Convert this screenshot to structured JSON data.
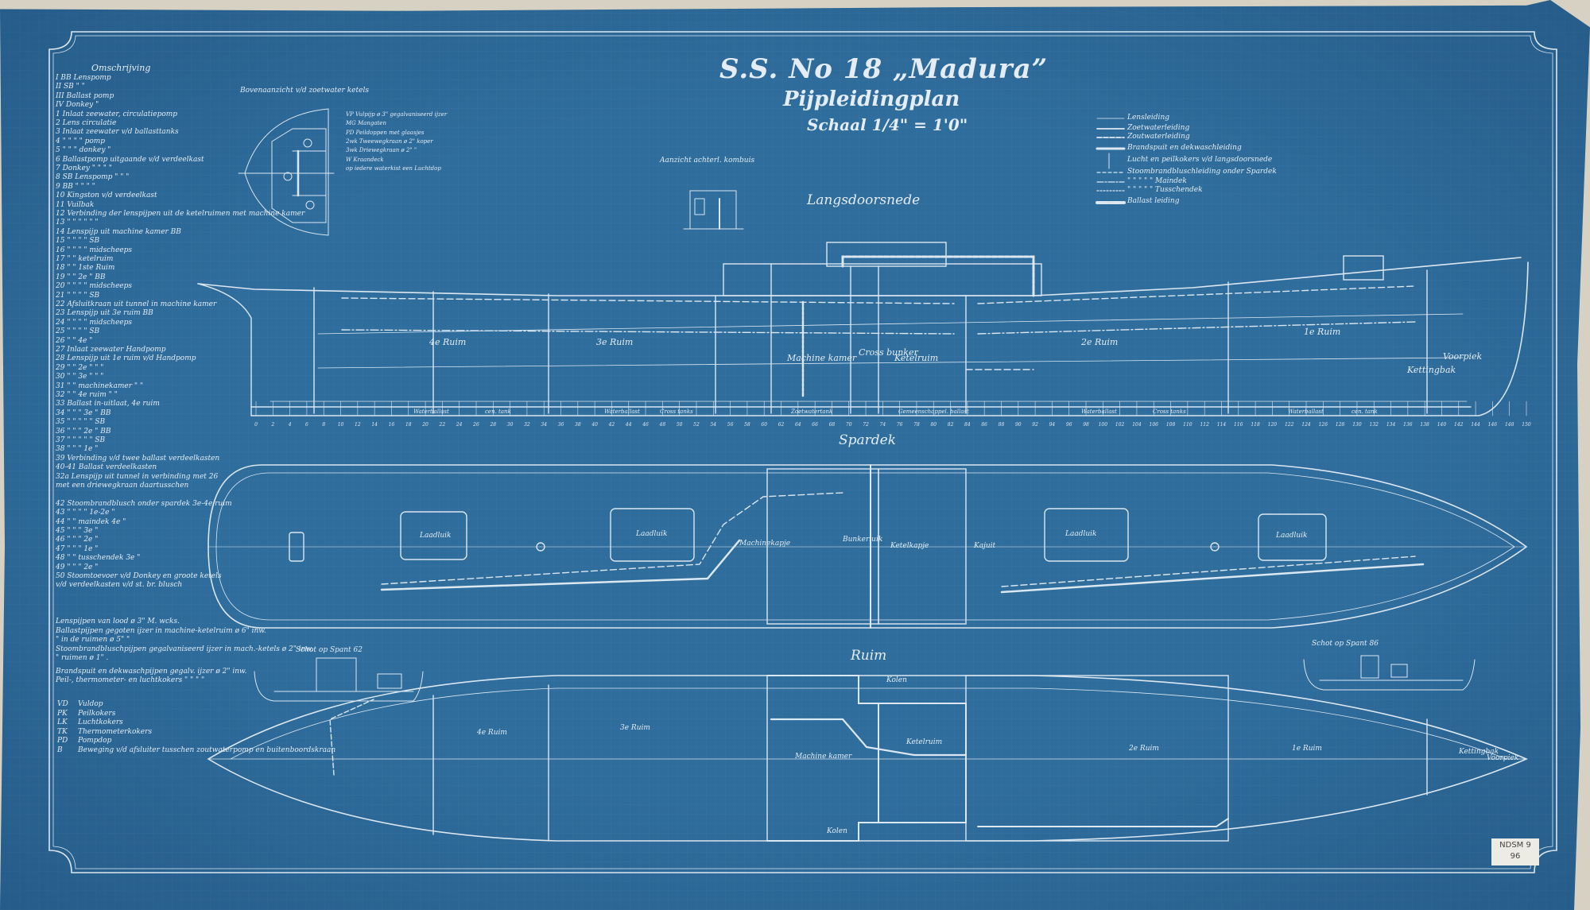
{
  "title": {
    "ship": "S.S. No 18 „Madura”",
    "plan": "Pijpleidingplan",
    "scale": "Schaal 1/4\" = 1'0\""
  },
  "colors": {
    "blueprint": "#2f6d9d",
    "line": "#e4edf5",
    "paper": "#d6d1c2"
  },
  "sections": {
    "profile": "Langsdoorsnede",
    "spardek": "Spardek",
    "ruim": "Ruim",
    "kombuis": "Aanzicht achterl. kombuis",
    "schot62": "Schot op Spant 62",
    "schot86": "Schot op Spant 86"
  },
  "omschrijving": {
    "heading": "Omschrijving",
    "items": [
      "I  BB Lenspomp",
      "II  SB  \"  \"",
      "III  Ballast pomp",
      "IV  Donkey  \"",
      "1  Inlaat zeewater, circulatiepomp",
      "2  Lens circulatie",
      "3  Inlaat zeewater v/d ballasttanks",
      "4  \"  \"  \"  \" pomp",
      "5  \"  \"  \" donkey \"",
      "6  Ballastpomp uitgaande v/d verdeelkast",
      "7  Donkey  \"  \"  \"  \"",
      "8  SB Lenspomp  \"  \"  \"",
      "9  BB  \"  \"  \"  \"",
      "10  Kingston v/d verdeelkast",
      "11  Vuilbak",
      "12  Verbinding der lenspijpen uit de ketelruimen met machine kamer",
      "13  \"  \"  \"  \"  \"  \"",
      "14  Lenspijp uit machine kamer BB",
      "15  \"  \"  \"  \" SB",
      "16  \"  \"  \"  \" midscheeps",
      "17  \"  \" ketelruim",
      "18  \"  \" 1ste Ruim",
      "19  \"  \" 2e  \" BB",
      "20  \"  \"  \"  \" midscheeps",
      "21  \"  \"  \"  \" SB",
      "22  Afsluitkraan uit tunnel in machine kamer",
      "23  Lenspijp uit 3e ruim BB",
      "24  \"  \"  \"  \" midscheeps",
      "25  \"  \"  \"  \" SB",
      "26  \"  \" 4e  \"",
      "27  Inlaat zeewater Handpomp",
      "28  Lenspijp uit 1e ruim v/d Handpomp",
      "29  \"  \" 2e  \"  \"  \"",
      "30  \"  \" 3e  \"  \"  \"",
      "31  \"  \" machinekamer  \"  \"",
      "32  \"  \" 4e ruim  \"  \"",
      "33  Ballast in-uitlaat, 4e ruim",
      "34  \"  \"  \" 3e  \" BB",
      "35  \"  \"  \"  \"  \" SB",
      "36  \"  \"  \" 2e  \" BB",
      "37  \"  \"  \"  \"  \" SB",
      "38  \"  \"  \" 1e  \"",
      "39  Verbinding v/d twee ballast verdeelkasten",
      "40-41  Ballast verdeelkasten",
      "32a  Lenspijp uit tunnel in verbinding met 26",
      "      met een driewegkraan daartusschen",
      "",
      "42  Stoombrandblusch onder spardek 3e-4e ruim",
      "43  \"  \"  \"  \" 1e-2e  \"",
      "44  \"  \" maindek 4e  \"",
      "45  \"  \"  \"  3e  \"",
      "46  \"  \"  \"  2e  \"",
      "47  \"  \"  \"  1e  \"",
      "48  \"  \" tusschendek 3e  \"",
      "49  \"  \"  \"  2e  \"",
      "50  Stoomtoevoer v/d Donkey en groote ketels",
      "      v/d verdeelkasten v/d st. br. blusch"
    ]
  },
  "notes": [
    "Lenspijpen van lood ø 3\" M. wcks.",
    "Ballastpijpen gegoten ijzer in machine-ketelruim ø 6\" inw.",
    "\"  in de ruimen  ø 5\"  \"",
    "Stoombrandbluschpijpen gegalvaniseerd ijzer in mach.-ketels ø 2\" inw.",
    "\"  ruimen  ø 1\" .",
    "Brandspuit en dekwaschpijpen gegalv. ijzer ø 2\" inw.",
    "Peil-, thermometer- en luchtkokers  \"  \"  \"  \""
  ],
  "abbreviations": [
    {
      "code": "VD",
      "label": "Vuldop"
    },
    {
      "code": "PK",
      "label": "Peilkokers"
    },
    {
      "code": "LK",
      "label": "Luchtkokers"
    },
    {
      "code": "TK",
      "label": "Thermometerkokers"
    },
    {
      "code": "PD",
      "label": "Pompdop"
    },
    {
      "code": "B",
      "label": "Beweging v/d afsluiter tusschen zoutwaterpomp en buitenboordskraan"
    }
  ],
  "ketels": {
    "heading": "Bovenaanzicht v/d zoetwater ketels",
    "items": [
      "VP  Vulpijp  ø 3\"  gegalvaniseerd ijzer",
      "MG  Mangaten",
      "PD  Peildoppen met glaasjes",
      "2wk  Tweewegkraan ø 2\" koper",
      "3wk  Driewegkraan ø 2\"  \"",
      "W  Kraandeck",
      "op iedere waterkist een Luchtdop"
    ]
  },
  "line_legend": [
    {
      "label": "Lensleiding",
      "style": "thin"
    },
    {
      "label": "Zoetwaterleiding",
      "style": "solid"
    },
    {
      "label": "Zoutwaterleiding",
      "style": "dashed"
    },
    {
      "label": "Brandspuit en dekwaschleiding",
      "style": "double"
    },
    {
      "label": "Lucht en peilkokers v/d langsdoorsnede",
      "style": "vertical"
    },
    {
      "label": "Stoombrandbluschleiding onder Spardek",
      "style": "dash"
    },
    {
      "label": "\"   \"   \"   \"   \"   Maindek",
      "style": "dashdot"
    },
    {
      "label": "\"   \"   \"   \"   \"   Tusschendek",
      "style": "dot"
    },
    {
      "label": "Ballast leiding",
      "style": "ballast"
    }
  ],
  "profile_labels": [
    {
      "text": "4e Ruim"
    },
    {
      "text": "3e Ruim"
    },
    {
      "text": "Machine kamer"
    },
    {
      "text": "Cross bunker"
    },
    {
      "text": "Ketelruim"
    },
    {
      "text": "2e Ruim"
    },
    {
      "text": "1e Ruim"
    },
    {
      "text": "Kettingbak"
    },
    {
      "text": "Voorpiek"
    }
  ],
  "keel_labels": [
    "Waterballast",
    "cen. tank",
    "Waterballast",
    "Cross tanks",
    "Zoetwatertank",
    "Gemeenschappel. ballast",
    "Waterballast",
    "Cross tanks",
    "Waterballast",
    "cen. tank"
  ],
  "spardek_labels": [
    "Laadluik",
    "Laadluik",
    "Machinekapje",
    "Bunkerluik",
    "Ketelkapje",
    "Kajuit",
    "Laadluik",
    "Laadluik"
  ],
  "ruim_labels": [
    "4e Ruim",
    "3e Ruim",
    "Machine kamer",
    "Kolen",
    "Ketelruim",
    "Kolen",
    "2e Ruim",
    "1e Ruim",
    "Kettingbak",
    "Voorpiek"
  ],
  "frame_numbers": [
    "0",
    "2",
    "4",
    "6",
    "8",
    "10",
    "12",
    "14",
    "16",
    "18",
    "20",
    "22",
    "24",
    "26",
    "28",
    "30",
    "32",
    "34",
    "36",
    "38",
    "40",
    "42",
    "44",
    "46",
    "48",
    "50",
    "52",
    "54",
    "56",
    "58",
    "60",
    "62",
    "64",
    "66",
    "68",
    "70",
    "72",
    "74",
    "76",
    "78",
    "80",
    "82",
    "84",
    "86",
    "88",
    "90",
    "92",
    "94",
    "96",
    "98",
    "100",
    "102",
    "104",
    "106",
    "108",
    "110",
    "112",
    "114",
    "116",
    "118",
    "120",
    "122",
    "124",
    "126",
    "128",
    "130",
    "132",
    "134",
    "136",
    "138",
    "140",
    "142",
    "144",
    "146",
    "148",
    "150"
  ],
  "stamp": {
    "line1": "NDSM 9",
    "line2": "96"
  }
}
